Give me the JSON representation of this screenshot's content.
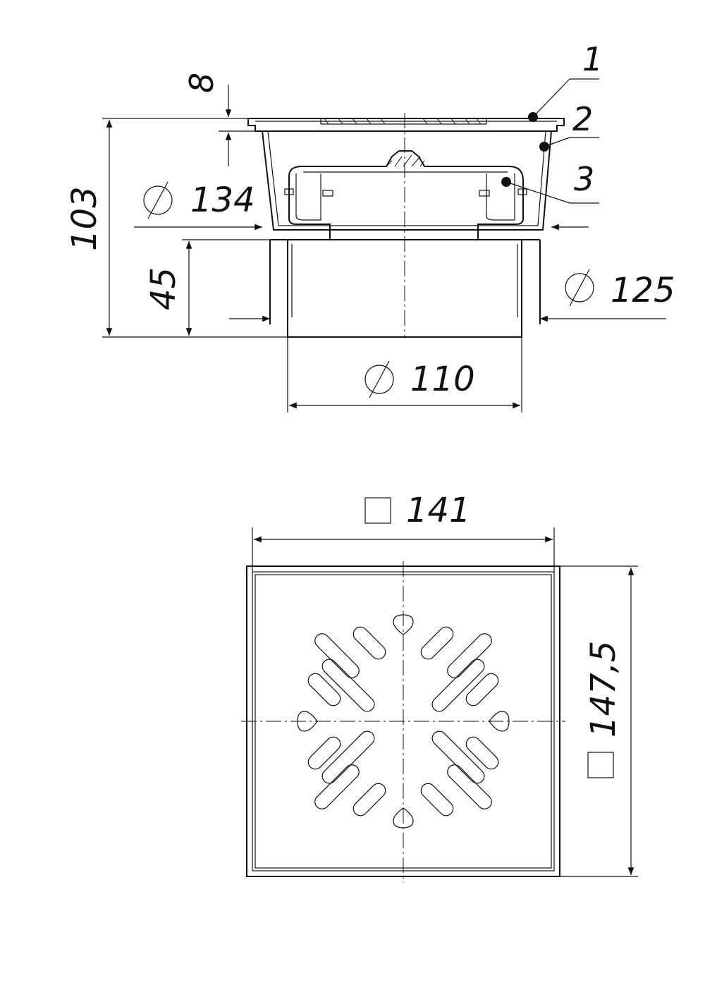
{
  "dimensions": {
    "height_total": "103",
    "top_lip": "8",
    "dia_body": "134",
    "spigot_length": "45",
    "dia_outer": "125",
    "dia_pipe": "110",
    "grate_width": "141",
    "grate_height": "147,5"
  },
  "callouts": {
    "part_1": "1",
    "part_2": "2",
    "part_3": "3"
  },
  "symbols": {
    "diameter": "diameter-icon",
    "square": "square-icon"
  }
}
